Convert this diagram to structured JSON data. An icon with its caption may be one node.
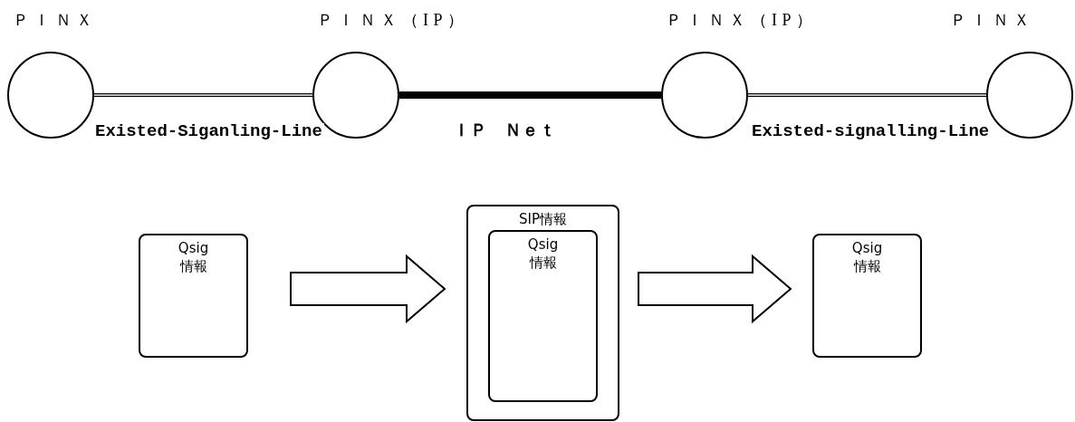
{
  "diagram": {
    "nodes": [
      {
        "text": [],
        "shape": "circle",
        "beside": [
          "ＰＩＮＸ"
        ]
      },
      {
        "text": [],
        "shape": "circle",
        "beside": [
          "ＰＩＮＸ（IP）"
        ]
      },
      {
        "text": [],
        "shape": "circle",
        "beside": [
          "ＰＩＮＸ（IP）"
        ]
      },
      {
        "text": [],
        "shape": "circle",
        "beside": [
          "ＰＩＮＸ"
        ]
      },
      {
        "text": [
          "Qsig 情報"
        ]
      },
      {
        "text": [
          "SIP情報"
        ]
      },
      {
        "text": [
          "Qsig 情報"
        ],
        "in": 5
      },
      {
        "text": [
          "Qsig 情報"
        ]
      }
    ],
    "edges": [
      {
        "from": 0,
        "to": 1,
        "arrow": "none",
        "label": "Existed-Siganling-Line"
      },
      {
        "from": 1,
        "to": 2,
        "arrow": "none",
        "label": "ＩＰ　Ｎｅｔ",
        "style": "thick"
      },
      {
        "from": 2,
        "to": 3,
        "arrow": "none",
        "label": "Existed-signalling-Line"
      },
      {
        "from": 4,
        "to": 5,
        "arrow": "to"
      },
      {
        "from": 5,
        "to": 7,
        "arrow": "to"
      }
    ]
  }
}
